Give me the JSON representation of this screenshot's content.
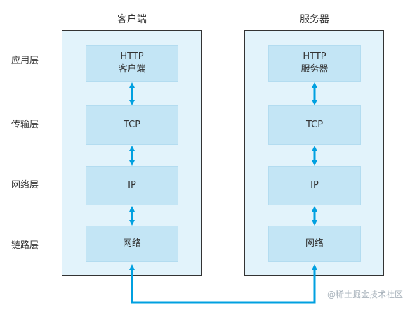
{
  "client": {
    "title": "客户端",
    "layers": [
      "HTTP\n客户端",
      "TCP",
      "IP",
      "网络"
    ]
  },
  "server": {
    "title": "服务器",
    "layers": [
      "HTTP\n服务器",
      "TCP",
      "IP",
      "网络"
    ]
  },
  "layer_labels": [
    "应用层",
    "传输层",
    "网络层",
    "链路层"
  ],
  "watermark": "@稀土掘金技术社区",
  "colors": {
    "panel_bg": "#e2f3fb",
    "box_bg": "#c3e5f5",
    "arrow": "#00a0e0",
    "border": "#333333"
  }
}
